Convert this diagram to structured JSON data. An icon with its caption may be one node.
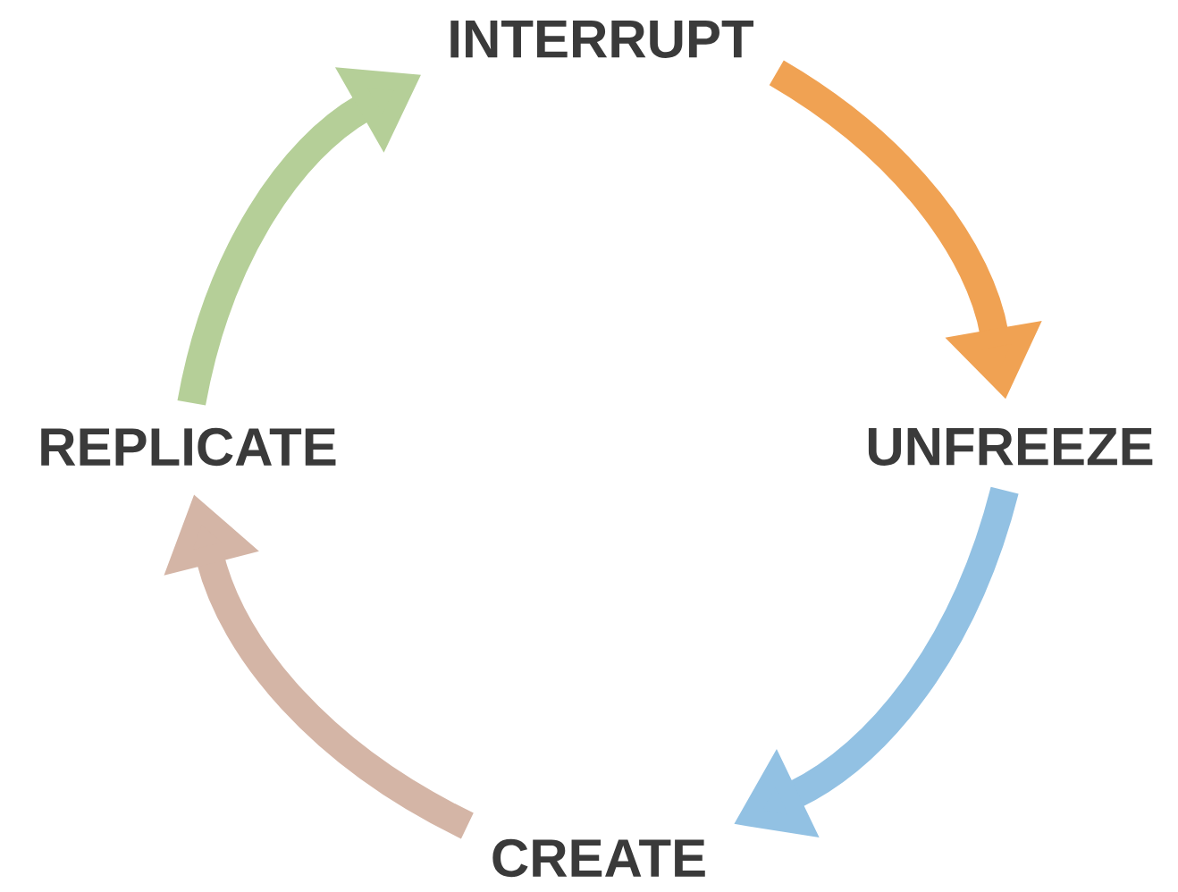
{
  "diagram": {
    "nodes": [
      {
        "text": [
          "INTERRUPT"
        ]
      },
      {
        "text": [
          "UNFREEZE"
        ]
      },
      {
        "text": [
          "CREATE"
        ]
      },
      {
        "text": [
          "REPLICATE"
        ]
      }
    ],
    "edges": [
      {
        "from": 0,
        "to": 1,
        "arrow": "to",
        "color": "#f0a253"
      },
      {
        "from": 1,
        "to": 2,
        "arrow": "to",
        "color": "#92c1e3"
      },
      {
        "from": 2,
        "to": 3,
        "arrow": "to",
        "color": "#d4b5a6"
      },
      {
        "from": 3,
        "to": 0,
        "arrow": "to",
        "color": "#b5cf98"
      }
    ]
  }
}
